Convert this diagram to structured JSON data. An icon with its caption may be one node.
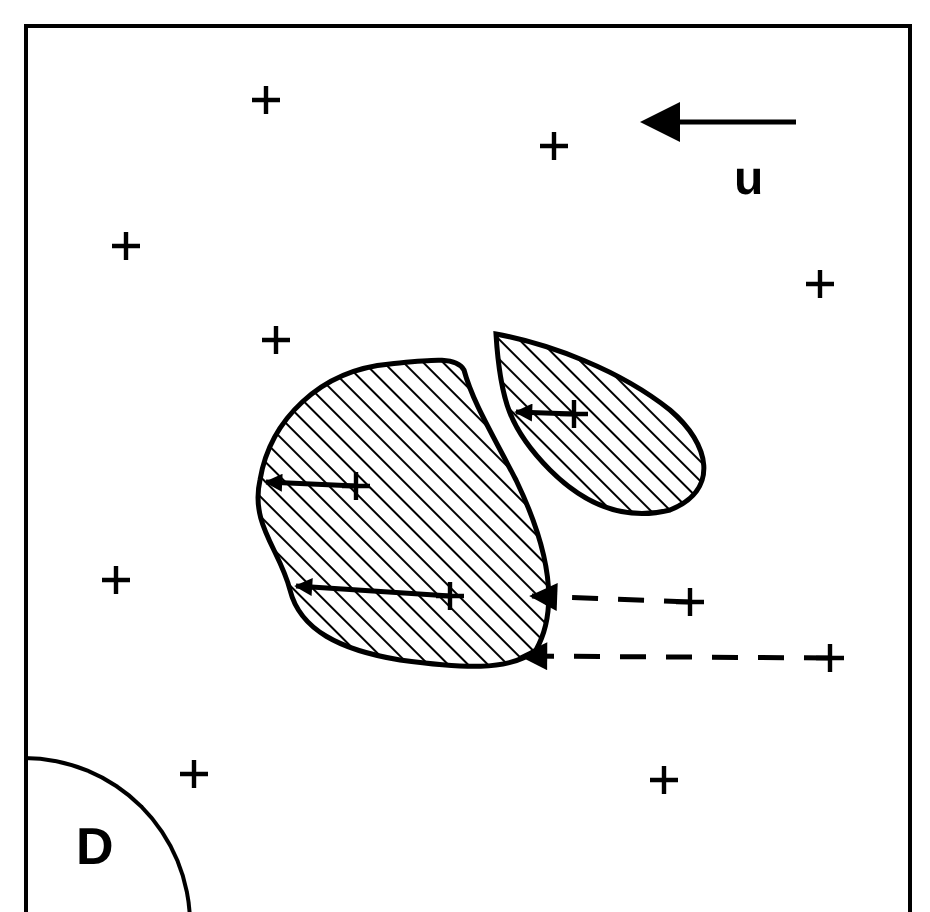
{
  "diagram": {
    "nodes": [
      {
        "text": [
          "D"
        ]
      },
      {
        "text": [],
        "shape": "blob"
      },
      {
        "text": [],
        "shape": "blob"
      }
    ],
    "edges": [
      {
        "from": null,
        "to": 1,
        "arrow": "to"
      },
      {
        "from": null,
        "to": 1,
        "arrow": "to"
      },
      {
        "from": null,
        "to": 2,
        "arrow": "to"
      },
      {
        "from": null,
        "to": 1,
        "arrow": "to",
        "style": "dashed"
      },
      {
        "from": null,
        "to": 1,
        "arrow": "to",
        "style": "dashed"
      }
    ],
    "labels": [
      "u"
    ]
  }
}
